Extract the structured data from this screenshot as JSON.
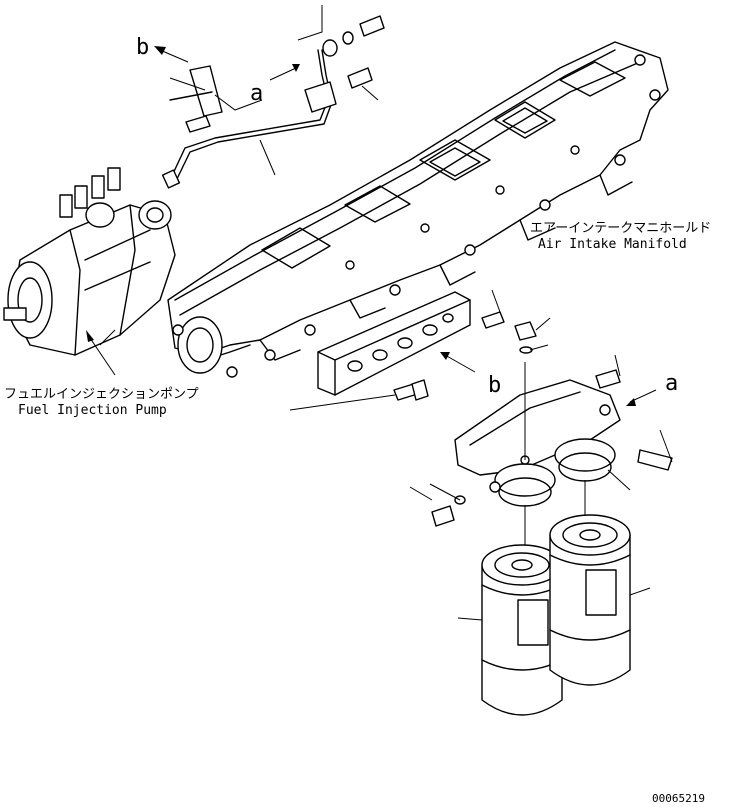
{
  "labels": {
    "manifold_jp": "エアーインテークマニホールド",
    "manifold_en": "Air Intake Manifold",
    "pump_jp": "フュエルインジェクションポンプ",
    "pump_en": "Fuel Injection Pump",
    "ref_a": "a",
    "ref_b": "b",
    "drawing_number": "00065219"
  }
}
